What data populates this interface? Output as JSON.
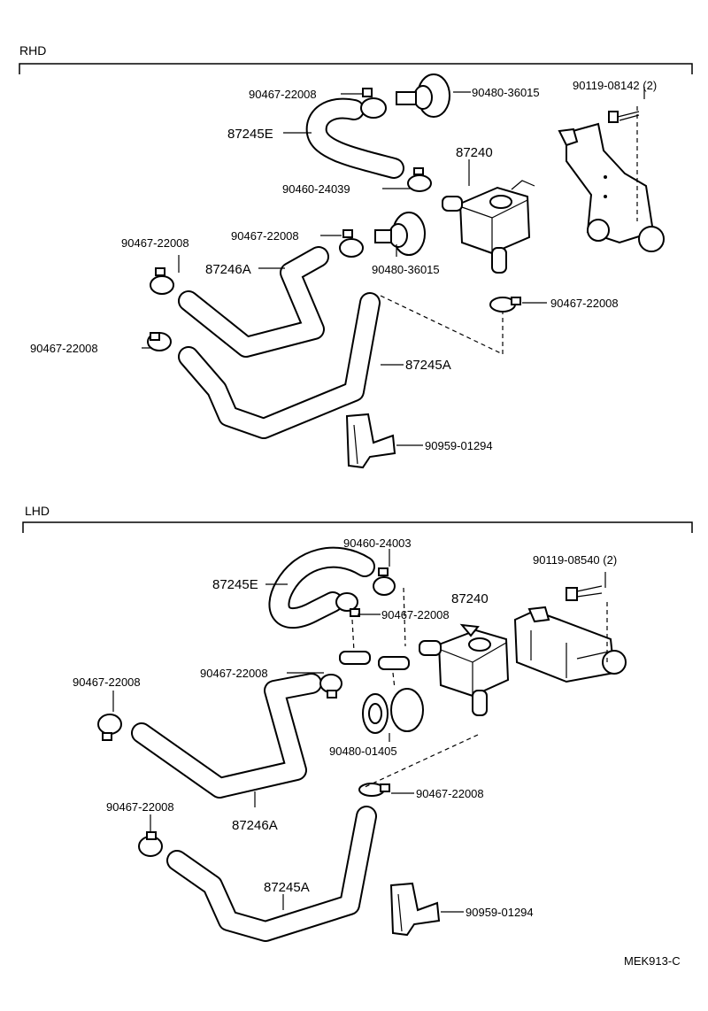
{
  "sections": {
    "rhd": {
      "title": "RHD",
      "labels": {
        "clamp_top": "90467-22008",
        "grommet_top": "90480-36015",
        "bolt": "90119-08142 (2)",
        "hose_e": "87245E",
        "valve": "87240",
        "clamp_small": "90460-24039",
        "clamp_mid": "90467-22008",
        "grommet_mid": "90480-36015",
        "clamp_left": "90467-22008",
        "hose_a6": "87246A",
        "clamp_right": "90467-22008",
        "clamp_low": "90467-22008",
        "hose_a5": "87245A",
        "holder": "90959-01294"
      }
    },
    "lhd": {
      "title": "LHD",
      "labels": {
        "clamp_small": "90460-24003",
        "bolt": "90119-08540 (2)",
        "hose_e": "87245E",
        "valve": "87240",
        "clamp_a": "90467-22008",
        "clamp_b": "90467-22008",
        "clamp_left": "90467-22008",
        "grommet": "90480-01405",
        "clamp_right": "90467-22008",
        "hose_a6": "87246A",
        "clamp_low": "90467-22008",
        "hose_a5": "87245A",
        "holder": "90959-01294"
      }
    }
  },
  "figure_code": "MEK913-C"
}
